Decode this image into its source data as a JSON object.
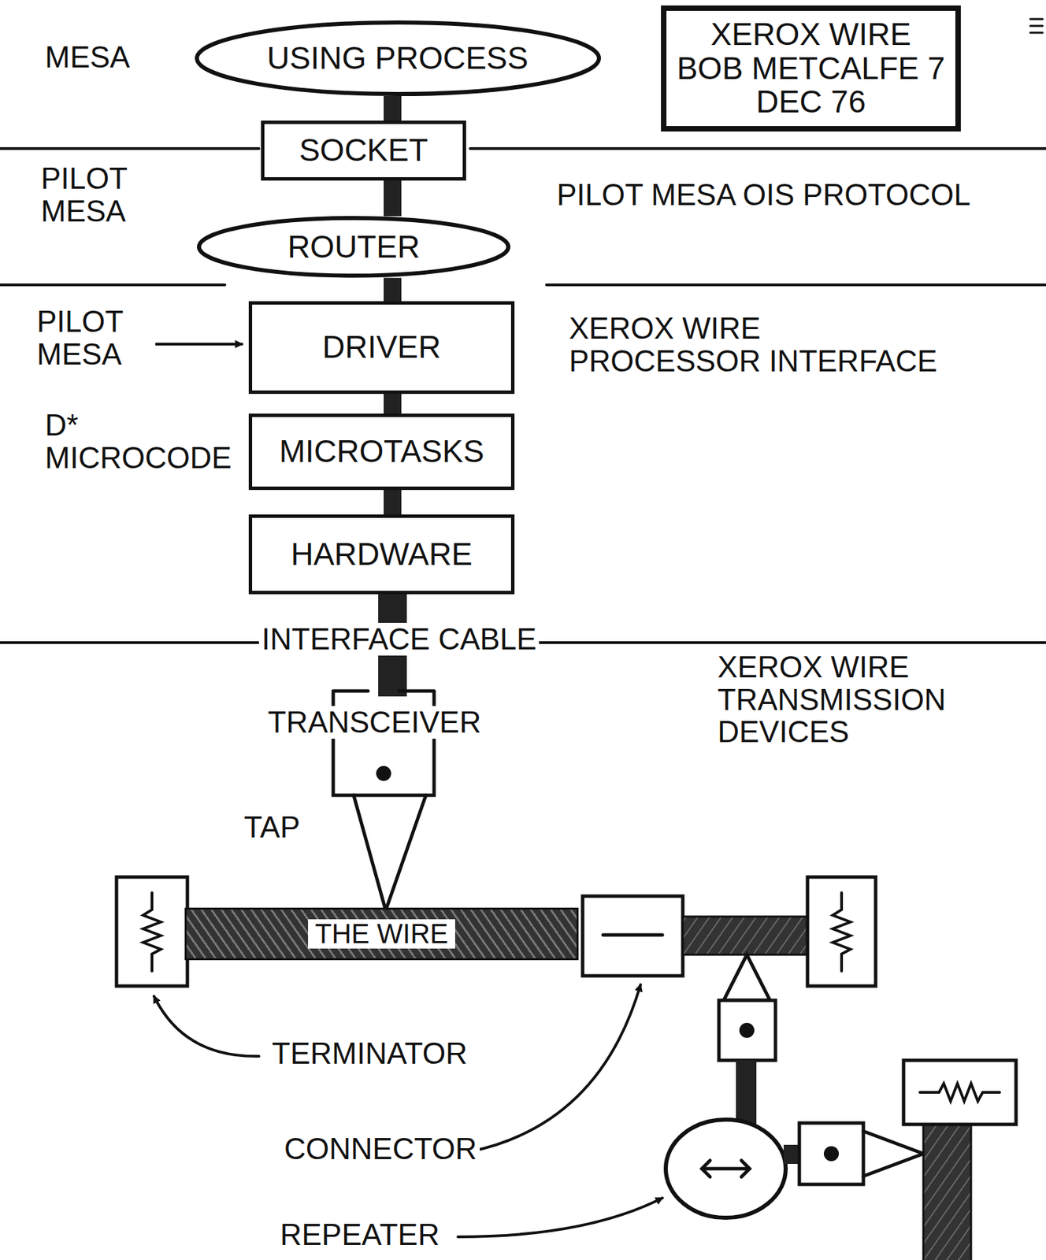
{
  "diagram": {
    "nodes": [
      {
        "text": [
          "USING PROCESS"
        ]
      },
      {
        "text": [
          "XEROX WIRE BOB METCALFE 7 DEC 76"
        ]
      },
      {
        "text": [
          "SOCKET"
        ]
      },
      {
        "text": [
          "ROUTER"
        ]
      },
      {
        "text": [
          "DRIVER"
        ]
      },
      {
        "text": [
          "MICROTASKS"
        ]
      },
      {
        "text": [
          "HARDWARE"
        ]
      },
      {
        "text": [
          "THE WIRE"
        ]
      }
    ],
    "edges": [
      {
        "from": 0,
        "to": 2,
        "arrow": "none"
      },
      {
        "from": 2,
        "to": 3,
        "arrow": "none"
      },
      {
        "from": 3,
        "to": 4,
        "arrow": "none"
      },
      {
        "from": 4,
        "to": 5,
        "arrow": "none"
      },
      {
        "from": 5,
        "to": 6,
        "arrow": "none"
      }
    ],
    "labels": [
      "MESA",
      "PILOT MESA",
      "PILOT MESA OIS PROTOCOL",
      "PILOT MESA",
      "XEROX WIRE PROCESSOR INTERFACE",
      "D* MICROCODE",
      "INTERFACE CABLE",
      "XEROX WIRE TRANSMISSION DEVICES",
      "TRANSCEIVER",
      "TAP",
      "TERMINATOR",
      "CONNECTOR",
      "REPEATER"
    ]
  }
}
